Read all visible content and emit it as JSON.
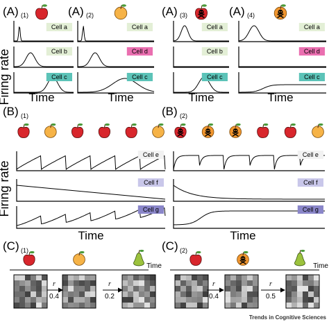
{
  "colors": {
    "cell_a": "#e3efd6",
    "cell_b": "#e3efd6",
    "cell_c": "#5cc3b8",
    "cell_d": "#ea6fb0",
    "cell_e": "#f2f2f2",
    "cell_f": "#c9c7ea",
    "cell_g": "#8a86c9",
    "apple": "#d8262c",
    "orange": "#f6b347",
    "poison": "#f1962f",
    "pear": "#9cc23d",
    "leaf": "#4a9a3a"
  },
  "panelA": {
    "ylabel": "Firing rate",
    "xlabel": "Time",
    "sub": [
      {
        "letter": "(A)",
        "num": "(1)",
        "fruit": "apple",
        "cells": [
          "Cell a",
          "Cell b",
          "Cell c"
        ]
      },
      {
        "letter": "(A)",
        "num": "(2)",
        "fruit": "orange",
        "cells": [
          "Cell a",
          "Cell d",
          "Cell c"
        ]
      },
      {
        "letter": "(A)",
        "num": "(3)",
        "fruit": "poison_apple",
        "cells": [
          "Cell a",
          "Cell b",
          "Cell c"
        ]
      },
      {
        "letter": "(A)",
        "num": "(4)",
        "fruit": "poison_orange",
        "cells": [
          "Cell a",
          "Cell d",
          "Cell c"
        ]
      }
    ]
  },
  "panelB": {
    "ylabel": "Firing rate",
    "xlabel": "Time",
    "sub": [
      {
        "letter": "(B)",
        "num": "(1)",
        "fruits": [
          "apple",
          "orange",
          "apple",
          "apple",
          "apple",
          "orange"
        ],
        "cells": [
          "Cell e",
          "Cell f",
          "Cell g"
        ]
      },
      {
        "letter": "(B)",
        "num": "(2)",
        "fruits": [
          "poison_apple",
          "poison_orange",
          "poison_orange",
          "apple",
          "apple",
          "orange"
        ],
        "cells": [
          "Cell e",
          "Cell f",
          "Cell g"
        ]
      }
    ]
  },
  "panelC": {
    "time_label": "Time",
    "r_symbol": "r",
    "sub": [
      {
        "letter": "(C)",
        "num": "(1)",
        "fruits": [
          "apple",
          "orange",
          "pear"
        ],
        "r_values": [
          "0.4",
          "0.2"
        ]
      },
      {
        "letter": "(C)",
        "num": "(2)",
        "fruits": [
          "apple",
          "poison_orange",
          "pear"
        ],
        "r_values": [
          "0.4",
          "0.5"
        ]
      }
    ]
  },
  "footer": {
    "source": "Trends in Cognitive Sciences"
  }
}
